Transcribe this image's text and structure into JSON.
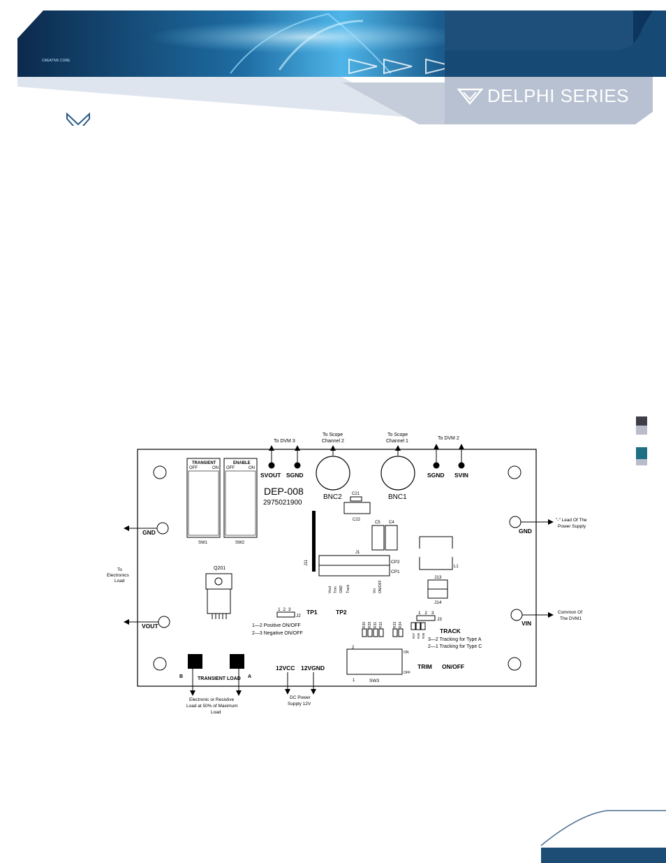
{
  "header": {
    "brand_text": "DELPHI SERIES",
    "tagline": "CREATIVE CORE",
    "colors": {
      "banner_dark": "#0b2d52",
      "banner_blue": "#1a5a8a",
      "accent": "#1d4d74",
      "band": "#c9d2e0"
    }
  },
  "side_tabs": {
    "colors": [
      "#3e3e48",
      "#1f6e82"
    ]
  },
  "diagram": {
    "top_labels": {
      "to_dvm3": "To DVM 3",
      "scope_ch2_line1": "To Scope",
      "scope_ch2_line2": "Channel 2",
      "scope_ch1_line1": "To Scope",
      "scope_ch1_line2": "Channel 1",
      "to_dvm2": "To DVM 2"
    },
    "terminals": {
      "svout": "SVOUT",
      "sgnd_left": "SGND",
      "sgnd_right": "SGND",
      "svin": "SVIN",
      "bnc2": "BNC2",
      "bnc1": "BNC1",
      "gnd_left": "GND",
      "gnd_right": "GND",
      "vout": "VOUT",
      "vin": "VIN",
      "vcc12": "12VCC",
      "vgnd12": "12VGND"
    },
    "board": {
      "model": "DEP-008",
      "part_number": "2975021900",
      "c21": "C21",
      "c22": "C22",
      "c5": "C5",
      "c4": "C4",
      "j1": "J1",
      "j11": "J11",
      "cp2": "CP2",
      "cp1": "CP1",
      "l1": "L1",
      "j13": "J13",
      "j14": "J14",
      "q201": "Q201",
      "j1_pins": [
        "Vout",
        "Trim",
        "GND",
        "Track",
        "Vin",
        "ON/OFF"
      ],
      "tp1": "TP1",
      "tp2": "TP2",
      "j2": "J2",
      "j2_pins": "1 2 3",
      "j2_opt1": "1—2  Positive ON/OFF",
      "j2_opt2": "2—3  Negative ON/OFF",
      "j3": "J3",
      "j3_pins": "1 2 3",
      "track_title": "TRACK",
      "track_opt1": "3—2 Tracking for Type A",
      "track_opt2": "2—1 Tracking for Type C",
      "resistors": [
        "R30",
        "R29",
        "R31",
        "R32",
        "R33",
        "R34"
      ],
      "resistors_low": [
        "R37",
        "R35",
        "R36"
      ],
      "sw3": "SW3",
      "sw3_on": "ON",
      "sw3_off": "OFF",
      "sw3_pin2": "2",
      "sw3_pin1": "1",
      "trim": "TRIM",
      "onoff": "ON/OFF",
      "transient_load": "TRANSIENT LOAD",
      "load_a": "A",
      "load_b": "B"
    },
    "switches": {
      "sw1_title": "TRANSIENT",
      "sw1_off": "OFF",
      "sw1_on": "ON",
      "sw1_name": "SW1",
      "sw2_title": "ENABLE",
      "sw2_off": "OFF",
      "sw2_on": "ON",
      "sw2_name": "SW2"
    },
    "external_labels": {
      "to_load_l1": "To",
      "to_load_l2": "Electronics",
      "to_load_l3": "Load",
      "psu_l1": "\"-\" Lead Of The",
      "psu_l2": "Power Supply",
      "dvm1_l1": "Common Of",
      "dvm1_l2": "The DVM1",
      "eload_l1": "Electronic or Resistive",
      "eload_l2": "Load at 50% of Maximum",
      "eload_l3": "Load",
      "dcps_l1": "DC Power",
      "dcps_l2": "Supply 12V"
    }
  }
}
